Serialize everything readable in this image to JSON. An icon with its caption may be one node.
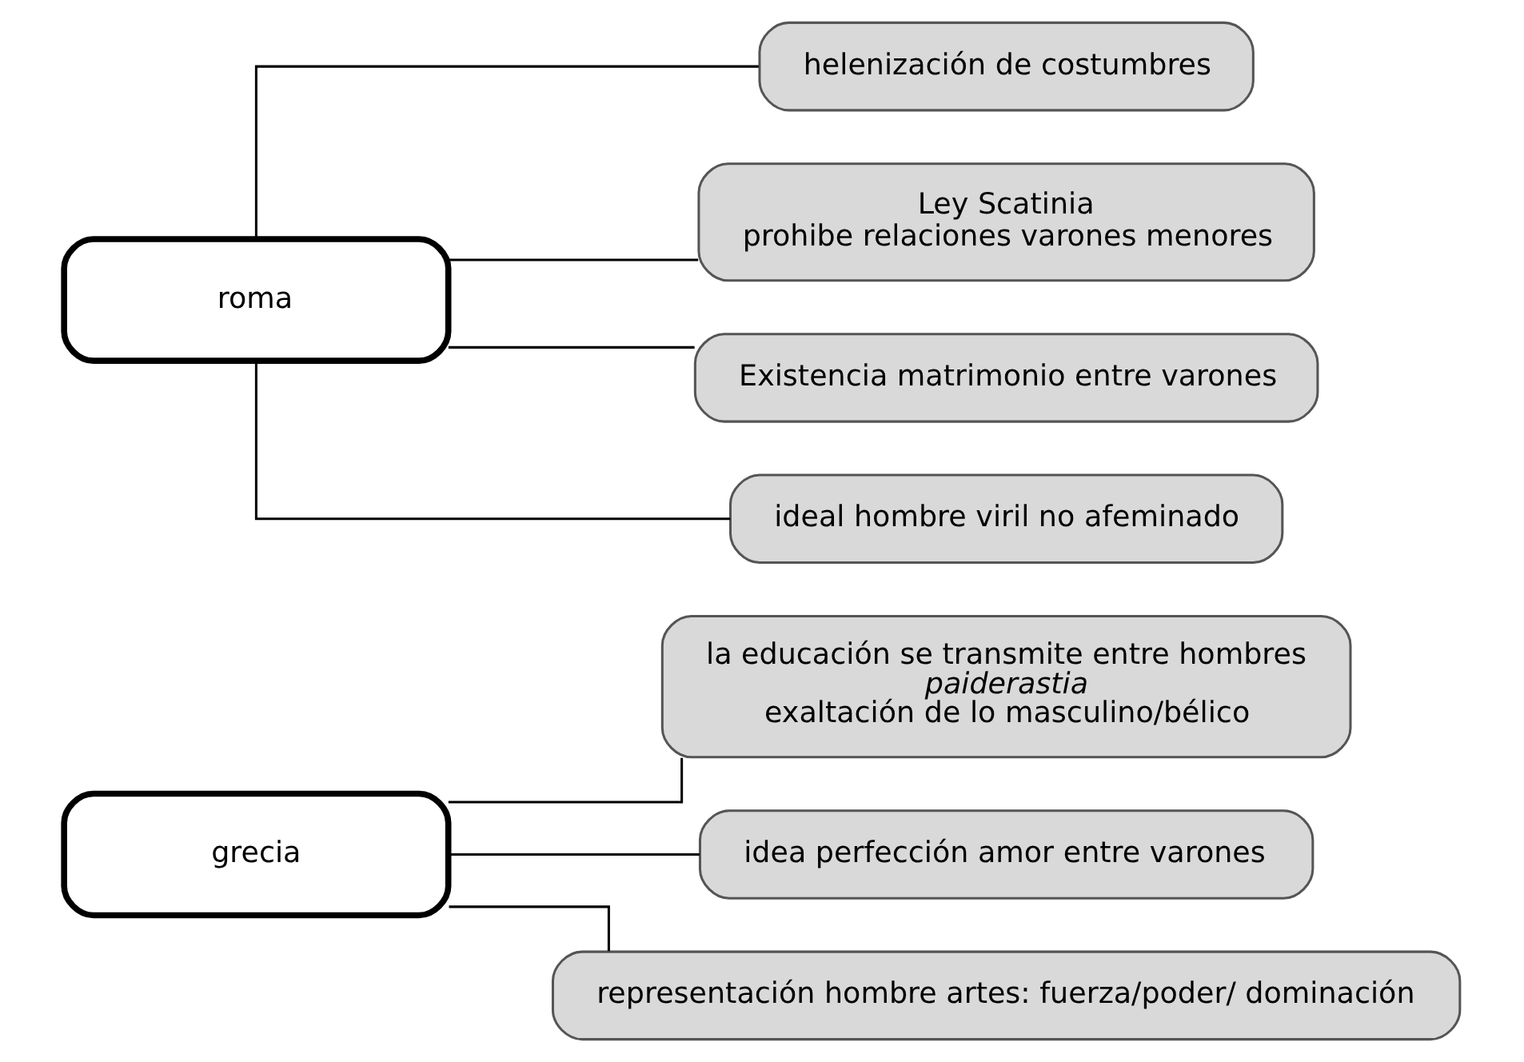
{
  "diagram": {
    "nodes": [
      {
        "text": [
          "grecia"
        ]
      },
      {
        "text": [
          "la educación se transmite entre hombres",
          "paiderastia",
          "exaltación de lo masculino/bélico"
        ]
      },
      {
        "text": [
          "idea perfección amor entre varones"
        ]
      },
      {
        "text": [
          "representación hombre artes: fuerza/poder/ dominación"
        ]
      },
      {
        "text": [
          "roma"
        ]
      },
      {
        "text": [
          "helenización de costumbres"
        ]
      },
      {
        "text": [
          "Ley Scatinia",
          "prohibe relaciones varones menores"
        ]
      },
      {
        "text": [
          "Existencia matrimonio entre varones"
        ]
      },
      {
        "text": [
          "ideal hombre viril no afeminado"
        ]
      }
    ],
    "edges": [
      {
        "from": 0,
        "to": 1,
        "arrow": "none"
      },
      {
        "from": 0,
        "to": 2,
        "arrow": "none"
      },
      {
        "from": 0,
        "to": 3,
        "arrow": "none"
      },
      {
        "from": 4,
        "to": 5,
        "arrow": "none"
      },
      {
        "from": 4,
        "to": 6,
        "arrow": "none"
      },
      {
        "from": 4,
        "to": 7,
        "arrow": "none"
      },
      {
        "from": 4,
        "to": 8,
        "arrow": "none"
      }
    ]
  }
}
